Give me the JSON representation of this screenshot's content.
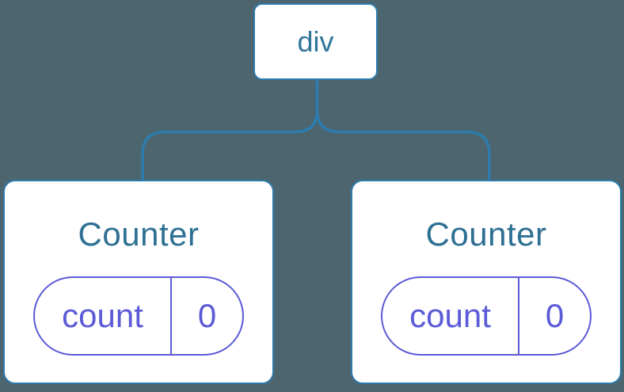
{
  "diagram": {
    "description": "component-tree",
    "colors": {
      "background": "#4d656e",
      "node_fill": "#ffffff",
      "edge_and_border": "#2e7cad",
      "heading_text": "#2e7093",
      "state_accent": "#5b5bd8"
    },
    "tree": {
      "root": {
        "label": "div"
      },
      "children": [
        {
          "label": "Counter",
          "state": {
            "name": "count",
            "value": "0"
          }
        },
        {
          "label": "Counter",
          "state": {
            "name": "count",
            "value": "0"
          }
        }
      ]
    }
  }
}
